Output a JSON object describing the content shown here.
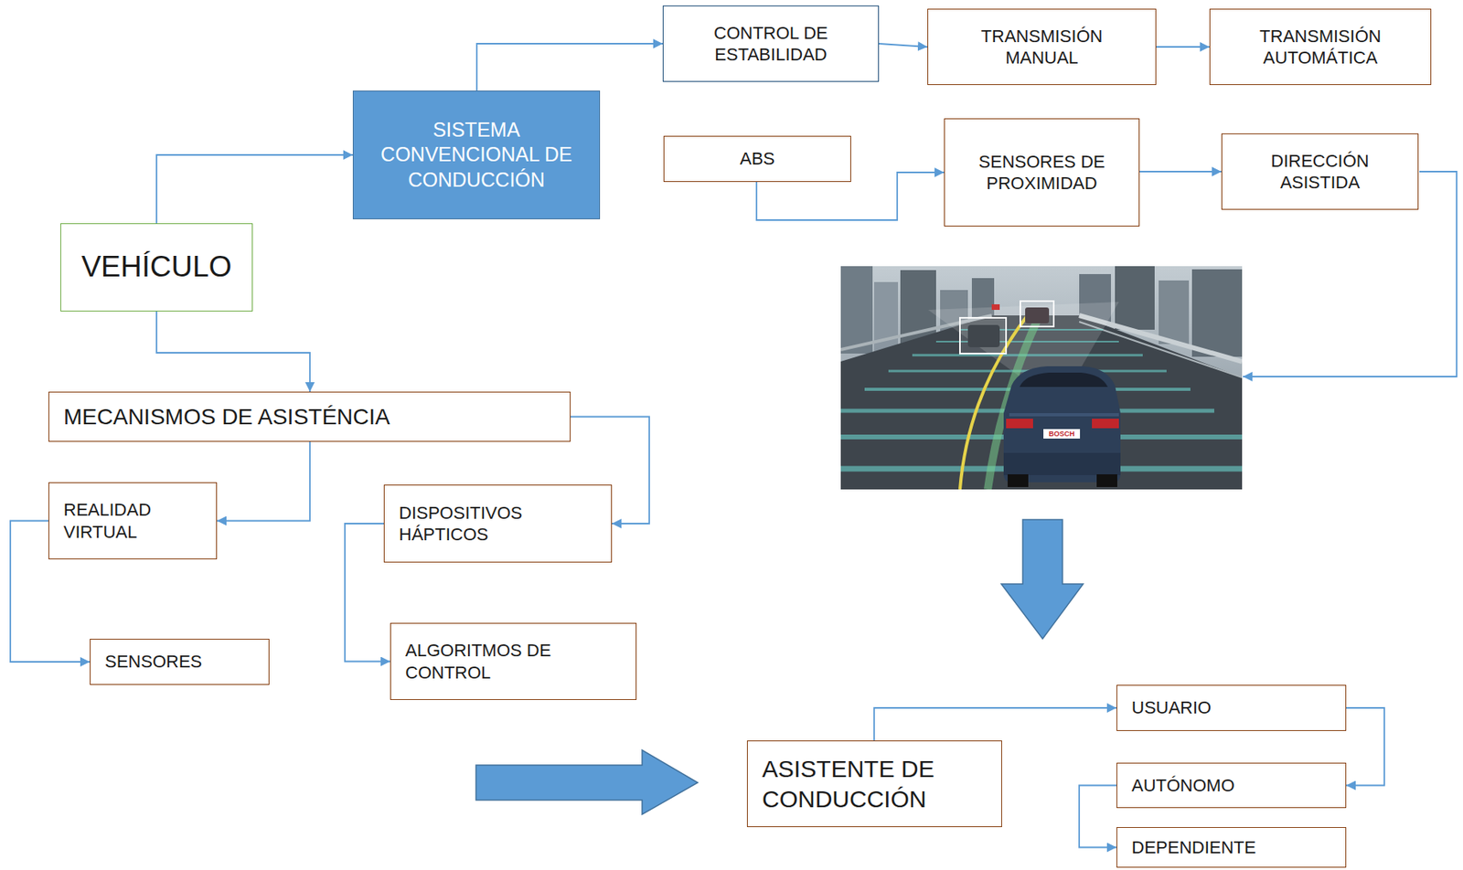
{
  "diagram": {
    "nodes": [
      {
        "text": [
          "VEHÍCULO"
        ]
      },
      {
        "text": [
          "SISTEMA CONVENCIONAL DE CONDUCCIÓN"
        ]
      },
      {
        "text": [
          "CONTROL DE ESTABILIDAD"
        ]
      },
      {
        "text": [
          "TRANSMISIÓN MANUAL"
        ]
      },
      {
        "text": [
          "TRANSMISIÓN AUTOMÁTICA"
        ]
      },
      {
        "text": [
          "ABS"
        ]
      },
      {
        "text": [
          "SENSORES DE PROXIMIDAD"
        ]
      },
      {
        "text": [
          "DIRECCIÓN ASISTIDA"
        ]
      },
      {
        "text": [
          "MECANISMOS DE ASISTÉNCIA"
        ]
      },
      {
        "text": [
          "REALIDAD VIRTUAL"
        ]
      },
      {
        "text": [
          "DISPOSITIVOS HÁPTICOS"
        ]
      },
      {
        "text": [
          "SENSORES"
        ]
      },
      {
        "text": [
          "ALGORITMOS DE CONTROL"
        ]
      },
      {
        "text": [
          "ASISTENTE DE CONDUCCIÓN"
        ]
      },
      {
        "text": [
          "USUARIO"
        ]
      },
      {
        "text": [
          "AUTÓNOMO"
        ]
      },
      {
        "text": [
          "DEPENDIENTE"
        ]
      }
    ],
    "edges": [
      {
        "from": 0,
        "to": 1,
        "arrow": "to"
      },
      {
        "from": 0,
        "to": 8,
        "arrow": "to"
      },
      {
        "from": 1,
        "to": 2,
        "arrow": "to"
      },
      {
        "from": 2,
        "to": 3,
        "arrow": "to"
      },
      {
        "from": 3,
        "to": 4,
        "arrow": "to"
      },
      {
        "from": 5,
        "to": 6,
        "arrow": "to"
      },
      {
        "from": 6,
        "to": 7,
        "arrow": "to"
      },
      {
        "from": 8,
        "to": 9,
        "arrow": "to"
      },
      {
        "from": 8,
        "to": 10,
        "arrow": "to"
      },
      {
        "from": 9,
        "to": 11,
        "arrow": "to"
      },
      {
        "from": 10,
        "to": 12,
        "arrow": "to"
      },
      {
        "from": 13,
        "to": 14,
        "arrow": "to"
      },
      {
        "from": 14,
        "to": 15,
        "arrow": "to"
      },
      {
        "from": 15,
        "to": 16,
        "arrow": "to"
      }
    ],
    "labels": [
      "BOSCH"
    ]
  }
}
